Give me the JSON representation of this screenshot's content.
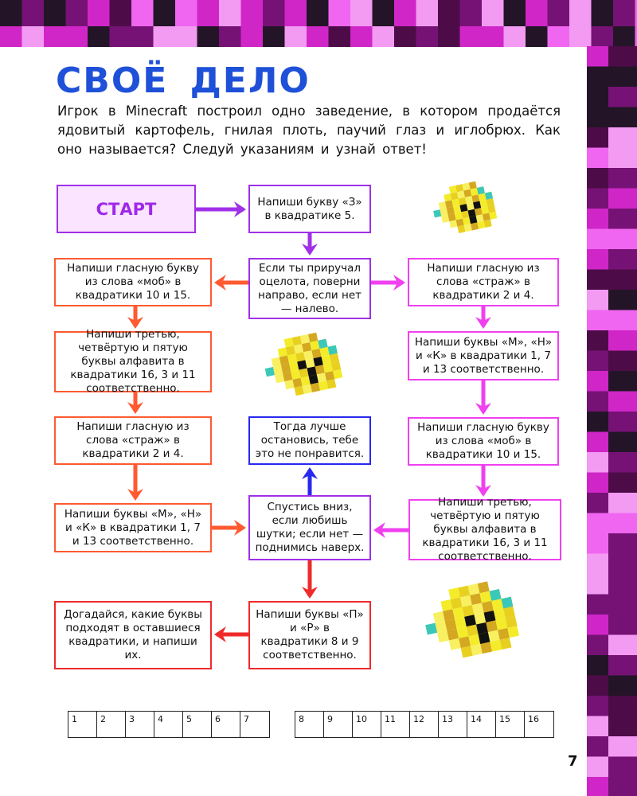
{
  "title": "СВОЁ ДЕЛО",
  "intro": "Игрок в Minecraft построил одно заведение, в котором продаётся ядовитый картофель, гнилая плоть, паучий глаз и иглобрюх. Как оно называется? Следуй указаниям и узнай ответ!",
  "boxes": {
    "start": "СТАРТ",
    "write_z": "Напиши букву «З» в квадратике 5.",
    "ocelot": "Если ты приручал оцелота, поверни направо, если нет — налево.",
    "left_vowel_mob": "Напиши гласную букву из слова «моб» в квадратики 10 и 15.",
    "left_third_letters": "Напиши третью, четвёртую и пятую буквы алфавита в квадратики 16, 3 и 11 соответственно.",
    "left_vowel_guard": "Напиши гласную из слова «страж» в квадратики 2 и 4.",
    "left_mnk": "Напиши буквы «М», «Н» и «К» в квадратики 1, 7 и 13 соответственно.",
    "right_vowel_guard": "Напиши гласную из слова «страж» в квадратики 2 и 4.",
    "right_mnk": "Напиши буквы «М», «Н» и «К» в квадратики 1, 7 и 13 соответственно.",
    "right_vowel_mob": "Напиши гласную букву из слова «моб» в квадратики 10 и 15.",
    "right_third_letters": "Напиши третью, четвёртую и пятую буквы алфавита в квадратики 16, 3 и 11 соответственно.",
    "stop": "Тогда лучше остановись, тебе это не понравится.",
    "jokes": "Спустись вниз, если любишь шутки; если нет — поднимись наверх.",
    "write_pr": "Напиши буквы «П» и «Р» в квадратики 8 и 9 соответственно.",
    "guess": "Догадайся, какие буквы подходят в оставшиеся квадратики, и напиши их."
  },
  "answer_cells_1": [
    "1",
    "2",
    "3",
    "4",
    "5",
    "6",
    "7"
  ],
  "answer_cells_2": [
    "8",
    "9",
    "10",
    "11",
    "12",
    "13",
    "14",
    "15",
    "16"
  ],
  "page_number": "7",
  "colors": {
    "title": "#1e50d8",
    "purple": "#a030e8",
    "orange": "#ff5a30",
    "magenta": "#f040f0",
    "blue": "#2828f0",
    "red": "#f02a2a"
  }
}
